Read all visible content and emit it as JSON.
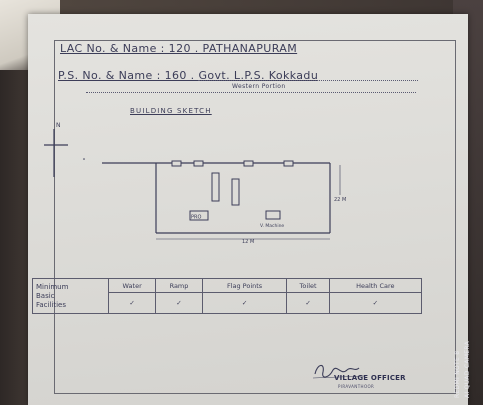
{
  "document": {
    "lac_line": "LAC No. & Name : 120 . PATHANAPURAM",
    "ps_line": "P.S. No. & Name : 160 . Govt. L.P.S. Kokkadu",
    "ps_line2": "Western Portion",
    "sketch_title": "BUILDING SKETCH",
    "north_label": "N",
    "sketch_labels": {
      "width_dim": "22 M",
      "length_dim": "12 M",
      "presiding_officer": "PRO",
      "voting_machine": "V. Machine"
    },
    "facilities_table": {
      "row_header": [
        "Minimum",
        "Basic",
        "Facilities"
      ],
      "columns": [
        "Water",
        "Ramp",
        "Flag Points",
        "Toilet",
        "Health Care"
      ],
      "values": [
        "✓",
        "✓",
        "✓",
        "✓",
        "✓"
      ]
    },
    "signature_block": {
      "title": "VILLAGE OFFICER",
      "subtitle": "PIRAVANTHOOR"
    },
    "photo_stamp": {
      "line1": "REDMI NOTE 8",
      "line2": "AI QUAD CAMERA"
    },
    "ink_color": "#3c3d58"
  }
}
